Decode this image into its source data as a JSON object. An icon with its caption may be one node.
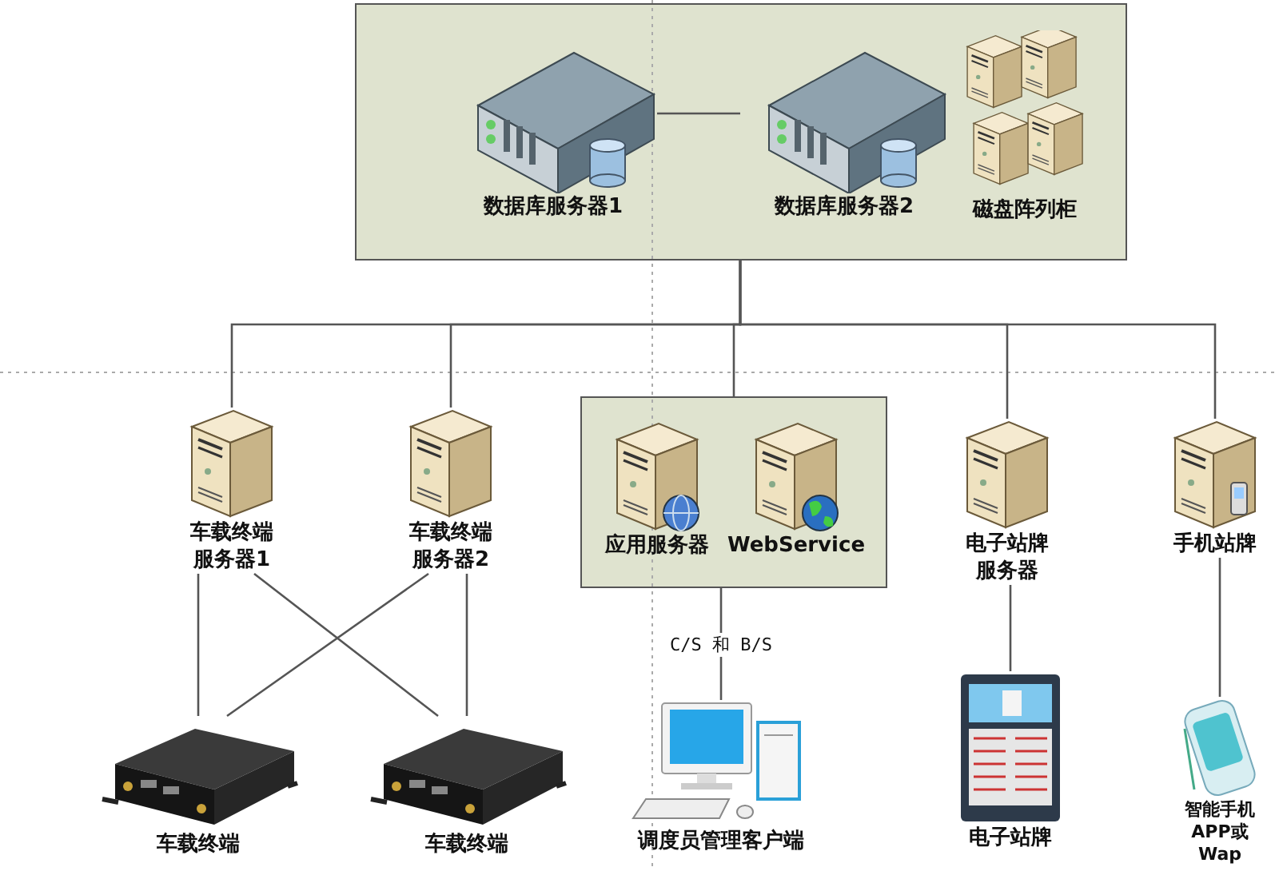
{
  "diagram": {
    "nodes": [
      {
        "text": [],
        "shape": "box"
      },
      {
        "text": [
          "数据库服务器1"
        ],
        "in": 0
      },
      {
        "text": [
          "数据库服务器2"
        ],
        "in": 0
      },
      {
        "text": [
          "磁盘阵列柜"
        ],
        "in": 0
      },
      {
        "text": [
          "车载终端服务器1"
        ]
      },
      {
        "text": [
          "车载终端服务器2"
        ]
      },
      {
        "text": [],
        "shape": "box"
      },
      {
        "text": [
          "应用服务器"
        ],
        "in": 6
      },
      {
        "text": [
          "WebService"
        ],
        "in": 6
      },
      {
        "text": [
          "电子站牌服务器"
        ]
      },
      {
        "text": [
          "手机站牌"
        ]
      },
      {
        "text": [
          "车载终端"
        ]
      },
      {
        "text": [
          "车载终端"
        ]
      },
      {
        "text": [
          "调度员管理客户端"
        ]
      },
      {
        "text": [
          "电子站牌"
        ]
      },
      {
        "text": [
          "智能手机APP或Wap"
        ]
      }
    ],
    "edges": [
      {
        "from": 1,
        "to": 2,
        "arrow": "none"
      },
      {
        "from": 0,
        "to": 4,
        "arrow": "none"
      },
      {
        "from": 0,
        "to": 5,
        "arrow": "none"
      },
      {
        "from": 0,
        "to": 6,
        "arrow": "none"
      },
      {
        "from": 0,
        "to": 9,
        "arrow": "none"
      },
      {
        "from": 0,
        "to": 10,
        "arrow": "none"
      },
      {
        "from": 4,
        "to": 11,
        "arrow": "none"
      },
      {
        "from": 4,
        "to": 12,
        "arrow": "none"
      },
      {
        "from": 5,
        "to": 11,
        "arrow": "none"
      },
      {
        "from": 5,
        "to": 12,
        "arrow": "none"
      },
      {
        "from": 6,
        "to": 13,
        "arrow": "none",
        "label": "C/S 和 B/S"
      },
      {
        "from": 9,
        "to": 14,
        "arrow": "none"
      },
      {
        "from": 10,
        "to": 15,
        "arrow": "none"
      }
    ]
  }
}
